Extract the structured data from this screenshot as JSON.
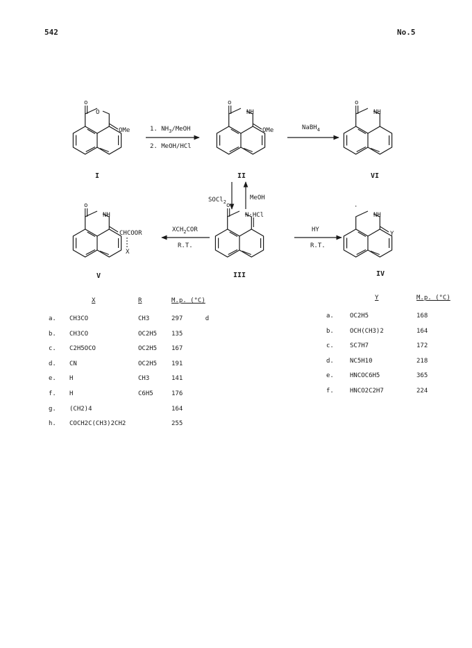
{
  "header": {
    "page_number": "542",
    "issue": "No.5"
  },
  "scheme": {
    "compounds": {
      "I": {
        "label": "I",
        "sub": "OMe"
      },
      "II": {
        "label": "II",
        "sub": "OMe",
        "nh": "NH"
      },
      "VI": {
        "label": "VI",
        "nh": "NH"
      },
      "III": {
        "label": "III",
        "salt": "N·HCl"
      },
      "V": {
        "label": "V",
        "nh": "NH",
        "side": "CHCOOR",
        "x": "X"
      },
      "IV": {
        "label": "IV",
        "nh": "NH",
        "y": "Y"
      }
    },
    "arrows": {
      "I_to_II": {
        "step1": "1. NH",
        "step1_sub": "3",
        "step1_end": "/MeOH",
        "step2": "2. MeOH/HCl"
      },
      "II_to_VI": {
        "reagent": "NaBH",
        "reagent_sub": "4"
      },
      "II_to_III": {
        "reagent": "SOCl",
        "reagent_sub": "2"
      },
      "III_to_II": {
        "reagent": "MeOH"
      },
      "III_to_V": {
        "reagent": "XCH",
        "reagent_sub": "2",
        "reagent_end": "COR",
        "cond": "R.T."
      },
      "III_to_IV": {
        "reagent": "HY",
        "cond": "R.T."
      }
    }
  },
  "table_x": {
    "headers": [
      "X",
      "R",
      "M.p. (°C)"
    ],
    "rows": [
      {
        "id": "a.",
        "x": "CH3CO",
        "r": "CH3",
        "mp": "297",
        "note": "d"
      },
      {
        "id": "b.",
        "x": "CH3CO",
        "r": "OC2H5",
        "mp": "135",
        "note": ""
      },
      {
        "id": "c.",
        "x": "C2H5OCO",
        "r": "OC2H5",
        "mp": "167",
        "note": ""
      },
      {
        "id": "d.",
        "x": "CN",
        "r": "OC2H5",
        "mp": "191",
        "note": ""
      },
      {
        "id": "e.",
        "x": "H",
        "r": "CH3",
        "mp": "141",
        "note": ""
      },
      {
        "id": "f.",
        "x": "H",
        "r": "C6H5",
        "mp": "176",
        "note": ""
      },
      {
        "id": "g.",
        "x": "(CH2)4",
        "r": "",
        "mp": "164",
        "note": ""
      },
      {
        "id": "h.",
        "x": "COCH2C(CH3)2CH2",
        "r": "",
        "mp": "255",
        "note": ""
      }
    ]
  },
  "table_y": {
    "headers": [
      "Y",
      "M.p. (°C)"
    ],
    "rows": [
      {
        "id": "a.",
        "y": "OC2H5",
        "mp": "168"
      },
      {
        "id": "b.",
        "y": "OCH(CH3)2",
        "mp": "164"
      },
      {
        "id": "c.",
        "y": "SC7H7",
        "mp": "172"
      },
      {
        "id": "d.",
        "y": "NC5H10",
        "mp": "218"
      },
      {
        "id": "e.",
        "y": "HNCOC6H5",
        "mp": "365"
      },
      {
        "id": "f.",
        "y": "HNCO2C2H7",
        "mp": "224"
      }
    ]
  }
}
